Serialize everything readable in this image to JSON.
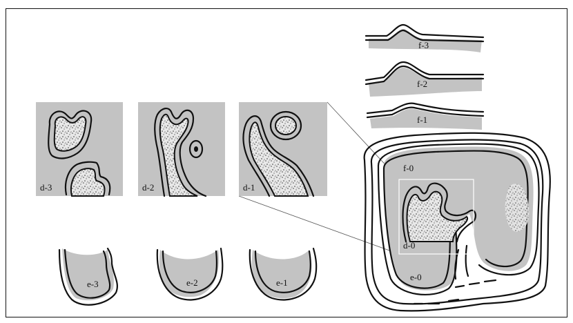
{
  "panels": {
    "d3": "d-3",
    "d2": "d-2",
    "d1": "d-1",
    "d0": "d-0",
    "e3": "e-3",
    "e2": "e-2",
    "e1": "e-1",
    "e0": "e-0",
    "f3": "f-3",
    "f2": "f-2",
    "f1": "f-1",
    "f0": "f-0"
  },
  "colors": {
    "panel_fill": "#c3c3c3",
    "line": "#111111",
    "border": "#111111"
  }
}
